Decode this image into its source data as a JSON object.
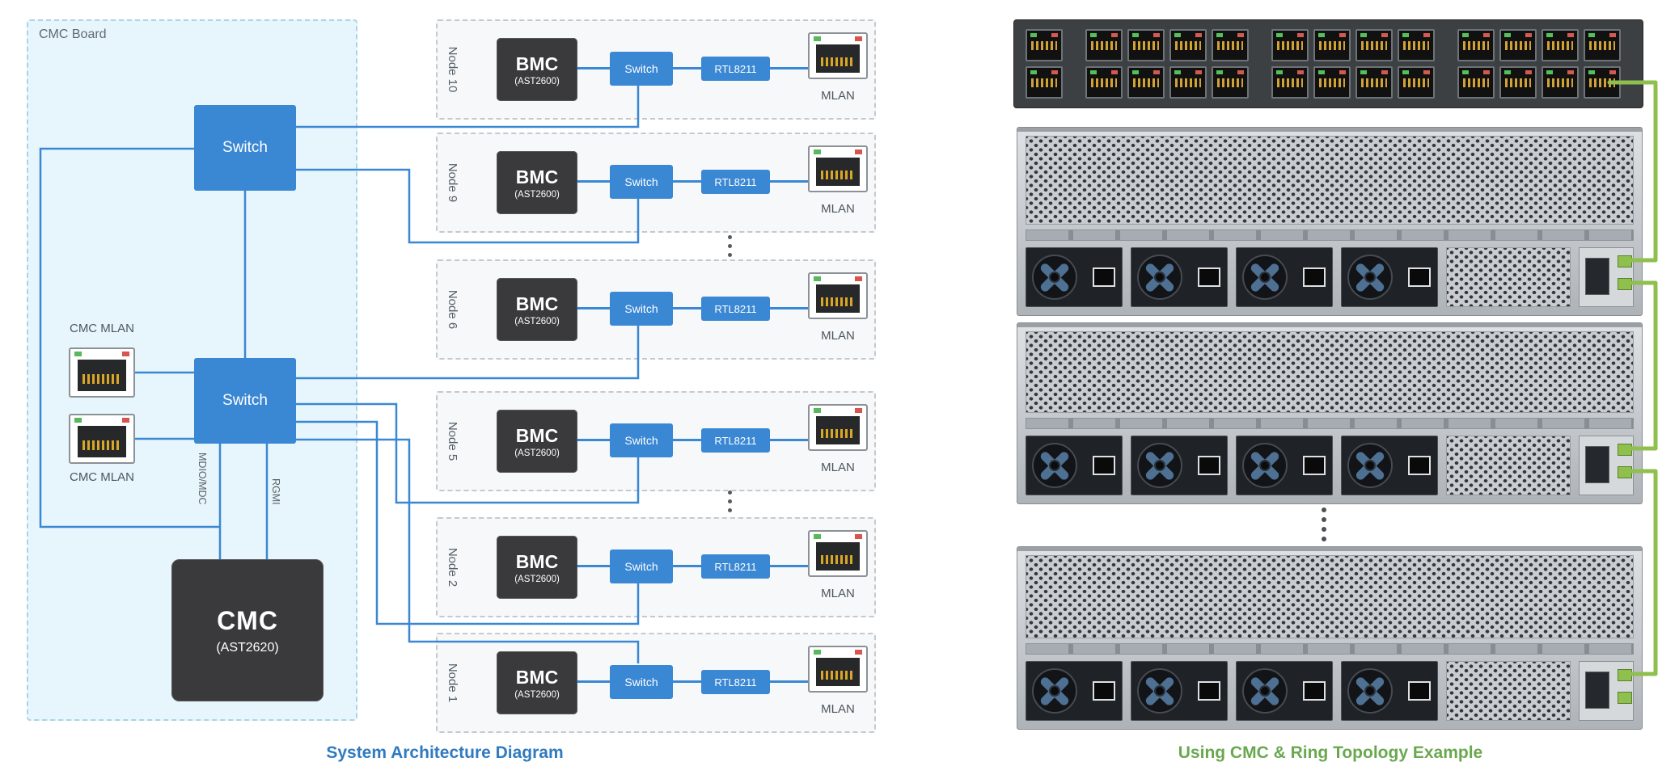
{
  "left": {
    "board_label": "CMC Board",
    "top_switch_label": "Switch",
    "bottom_switch_label": "Switch",
    "mlan_top_label": "CMC MLAN",
    "mlan_bottom_label": "CMC MLAN",
    "cmc_title": "CMC",
    "cmc_subtitle": "(AST2620)",
    "bus_labels": {
      "mdio": "MDIO/MDC",
      "rgmi": "RGMI"
    },
    "caption": "System Architecture Diagram",
    "nodes": [
      {
        "label": "Node 10",
        "bmc": "BMC",
        "bmc_sub": "(AST2600)",
        "switch": "Switch",
        "phy": "RTL8211",
        "port_label": "MLAN"
      },
      {
        "label": "Node 9",
        "bmc": "BMC",
        "bmc_sub": "(AST2600)",
        "switch": "Switch",
        "phy": "RTL8211",
        "port_label": "MLAN"
      },
      {
        "label": "Node 6",
        "bmc": "BMC",
        "bmc_sub": "(AST2600)",
        "switch": "Switch",
        "phy": "RTL8211",
        "port_label": "MLAN"
      },
      {
        "label": "Node 5",
        "bmc": "BMC",
        "bmc_sub": "(AST2600)",
        "switch": "Switch",
        "phy": "RTL8211",
        "port_label": "MLAN"
      },
      {
        "label": "Node 2",
        "bmc": "BMC",
        "bmc_sub": "(AST2600)",
        "switch": "Switch",
        "phy": "RTL8211",
        "port_label": "MLAN"
      },
      {
        "label": "Node 1",
        "bmc": "BMC",
        "bmc_sub": "(AST2600)",
        "switch": "Switch",
        "phy": "RTL8211",
        "port_label": "MLAN"
      }
    ]
  },
  "right": {
    "caption": "Using CMC & Ring Topology Example"
  },
  "colors": {
    "switch_blue": "#3a87d4",
    "dark_box": "#3a3a3c",
    "board_bg": "#e7f6fc",
    "caption_blue": "#2f7ac0",
    "caption_green": "#6aa84f",
    "cable_green": "#8fbf4d"
  }
}
